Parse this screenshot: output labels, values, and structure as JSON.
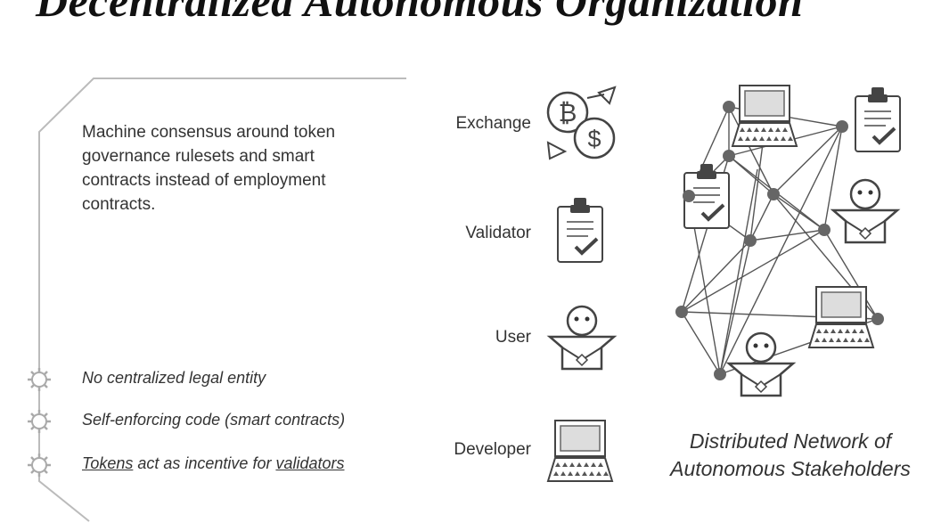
{
  "title": "Decentralized Autonomous Organization",
  "description": "Machine consensus around token governance rulesets and smart contracts instead of employment contracts.",
  "features": {
    "item1": "No centralized legal entity",
    "item2": "Self-enforcing code (smart contracts)",
    "item3_tokens": "Tokens",
    "item3_middle": " act as incentive for ",
    "item3_validators": "validators"
  },
  "roles": {
    "exchange": "Exchange",
    "validator": "Validator",
    "user": "User",
    "developer": "Developer"
  },
  "network": {
    "label_line1": "Distributed Network of",
    "label_line2": "Autonomous Stakeholders"
  },
  "icons": [
    "bitcoin-icon",
    "dollar-icon",
    "clipboard-check-icon",
    "user-icon",
    "laptop-icon",
    "network-node-icon",
    "gear-bullet-icon"
  ],
  "colors": {
    "line": "#bbbbbb",
    "node": "#666666",
    "text": "#333333",
    "title": "#111111"
  }
}
